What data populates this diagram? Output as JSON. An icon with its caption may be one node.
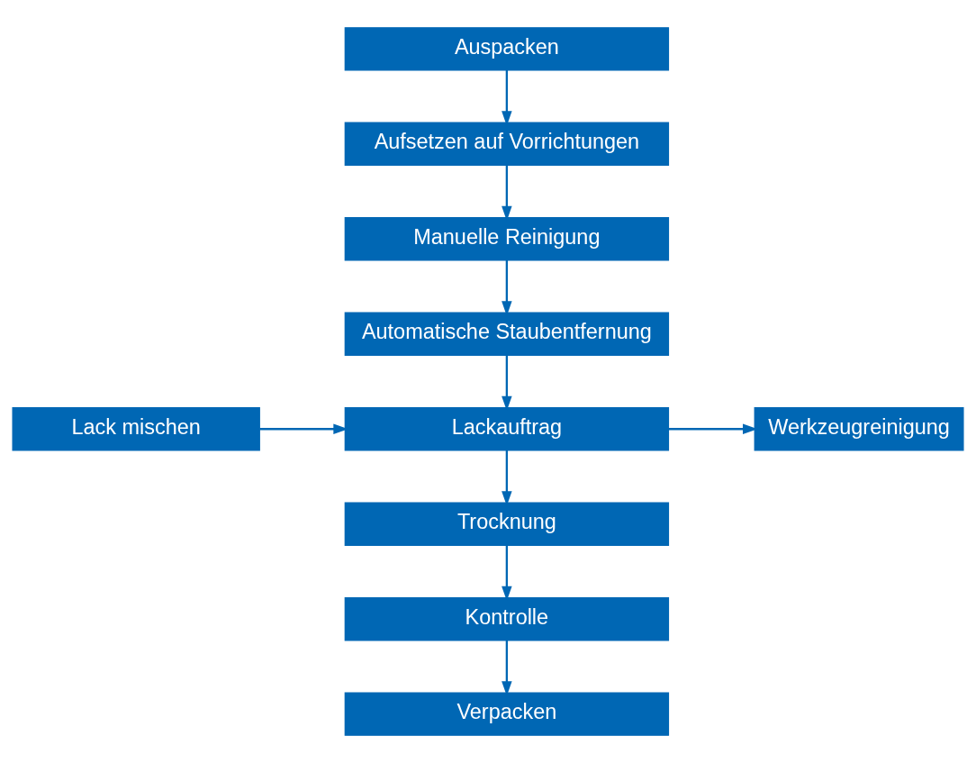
{
  "diagram": {
    "nodes": [
      {
        "text": [
          "Auspacken"
        ]
      },
      {
        "text": [
          "Aufsetzen auf Vorrichtungen"
        ]
      },
      {
        "text": [
          "Manuelle Reinigung"
        ]
      },
      {
        "text": [
          "Automatische Staubentfernung"
        ]
      },
      {
        "text": [
          "Lack mischen"
        ]
      },
      {
        "text": [
          "Lackauftrag"
        ]
      },
      {
        "text": [
          "Werkzeugreinigung"
        ]
      },
      {
        "text": [
          "Trocknung"
        ]
      },
      {
        "text": [
          "Kontrolle"
        ]
      },
      {
        "text": [
          "Verpacken"
        ]
      }
    ],
    "edges": [
      {
        "from": 0,
        "to": 1,
        "arrow": "to"
      },
      {
        "from": 1,
        "to": 2,
        "arrow": "to"
      },
      {
        "from": 2,
        "to": 3,
        "arrow": "to"
      },
      {
        "from": 3,
        "to": 5,
        "arrow": "to"
      },
      {
        "from": 4,
        "to": 5,
        "arrow": "to"
      },
      {
        "from": 5,
        "to": 6,
        "arrow": "to"
      },
      {
        "from": 5,
        "to": 7,
        "arrow": "to"
      },
      {
        "from": 7,
        "to": 8,
        "arrow": "to"
      },
      {
        "from": 8,
        "to": 9,
        "arrow": "to"
      }
    ]
  }
}
